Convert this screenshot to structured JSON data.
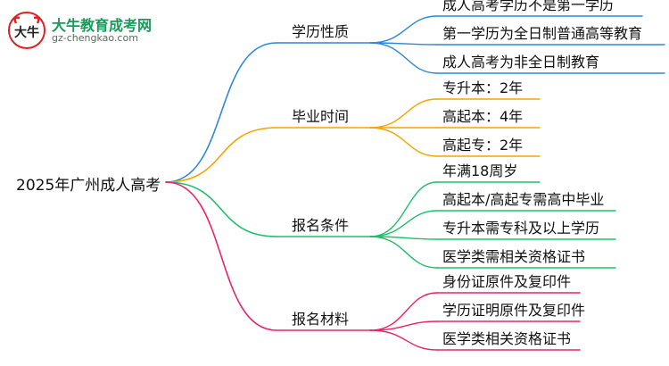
{
  "logo": {
    "title": "大牛教育成考网",
    "url": "gz-chengkao.com",
    "mark_text": "大牛"
  },
  "mindmap": {
    "root": "2025年广州成人高考",
    "branches": [
      {
        "label": "学历性质",
        "color": "#2e86de",
        "children": [
          "成人高考学历不是第一学历",
          "第一学历为全日制普通高等教育",
          "成人高考为非全日制教育"
        ]
      },
      {
        "label": "毕业时间",
        "color": "#f5a400",
        "children": [
          "专升本：2年",
          "高起本：4年",
          "高起专：2年"
        ]
      },
      {
        "label": "报名条件",
        "color": "#1fbf6a",
        "children": [
          "年满18周岁",
          "高起本/高起专需高中毕业",
          "专升本需专科及以上学历",
          "医学类需相关资格证书"
        ]
      },
      {
        "label": "报名材料",
        "color": "#e8236b",
        "children": [
          "身份证原件及复印件",
          "学历证明原件及复印件",
          "医学类相关资格证书"
        ]
      }
    ]
  }
}
